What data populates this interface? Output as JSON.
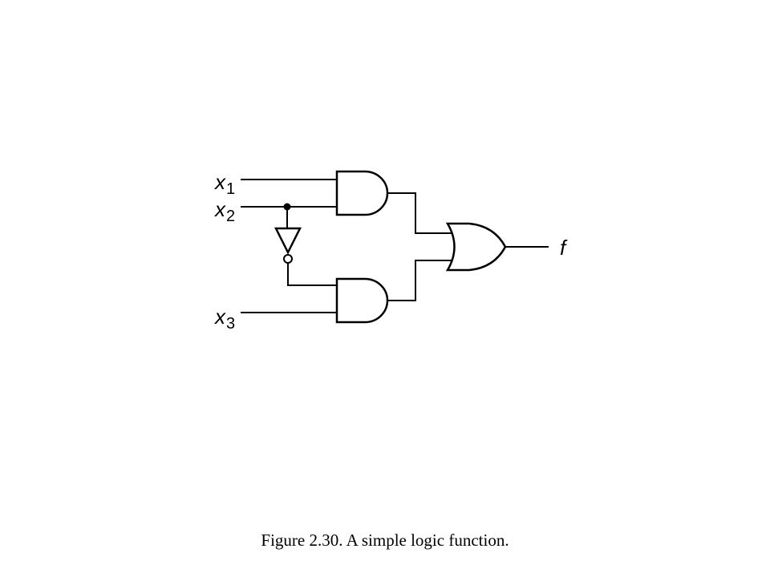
{
  "diagram": {
    "inputs": [
      {
        "var": "x",
        "sub": "1"
      },
      {
        "var": "x",
        "sub": "2"
      },
      {
        "var": "x",
        "sub": "3"
      }
    ],
    "output": {
      "var": "f"
    },
    "caption": "Figure 2.30.  A simple logic function."
  }
}
